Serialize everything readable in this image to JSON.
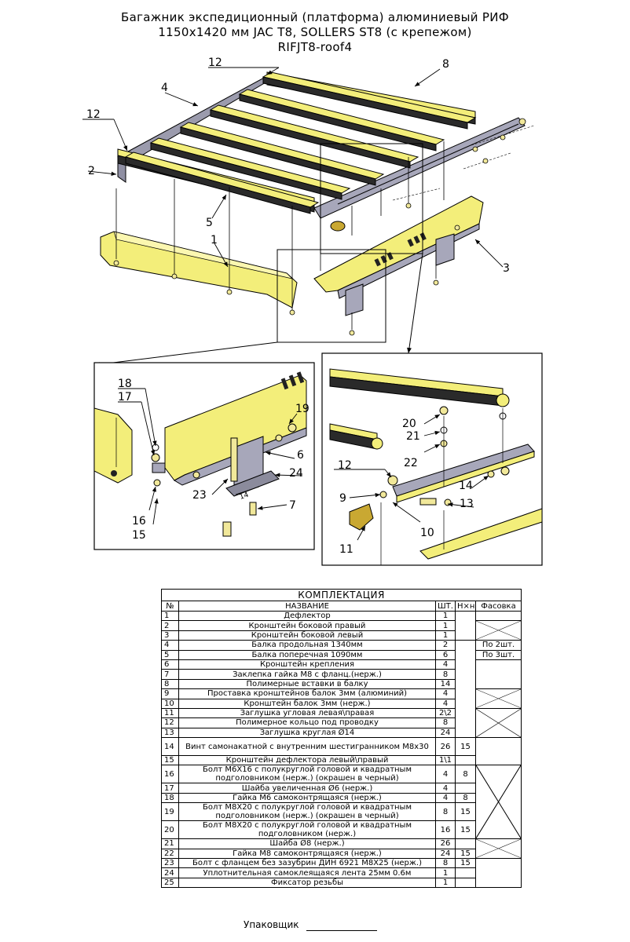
{
  "title": {
    "line1": "Багажник экспедиционный (платформа) алюминиевый РИФ",
    "line2": "1150х1420 мм JAC T8, SOLLERS ST8 (с крепежом)",
    "line3": "RIFJT8-roof4"
  },
  "callouts": [
    "1",
    "2",
    "3",
    "4",
    "5",
    "6",
    "7",
    "8",
    "9",
    "10",
    "11",
    "12",
    "13",
    "14",
    "15",
    "16",
    "17",
    "18",
    "19",
    "20",
    "21",
    "22",
    "23",
    "24"
  ],
  "dimension_label": "14",
  "spec": {
    "caption": "КОМПЛЕКТАЦИЯ",
    "headers": {
      "no": "№",
      "name": "НАЗВАНИЕ",
      "qty": "ШТ.",
      "len": "Н×н",
      "pack": "Фасовка"
    },
    "rows": [
      {
        "no": "1",
        "name": "Дефлектор",
        "qty": "1",
        "len": "",
        "pack": ""
      },
      {
        "no": "2",
        "name": "Кронштейн боковой правый",
        "qty": "1",
        "len": "",
        "pack": ""
      },
      {
        "no": "3",
        "name": "Кронштейн боковой левый",
        "qty": "1",
        "len": "",
        "pack": ""
      },
      {
        "no": "4",
        "name": "Балка продольная 1340мм",
        "qty": "2",
        "len": "",
        "pack": "По 2шт."
      },
      {
        "no": "5",
        "name": "Балка поперечная 1090мм",
        "qty": "6",
        "len": "",
        "pack": "По 3шт."
      },
      {
        "no": "6",
        "name": "Кронштейн крепления",
        "qty": "4",
        "len": "",
        "pack": ""
      },
      {
        "no": "7",
        "name": "Заклепка гайка М8 с фланц.(нерж.)",
        "qty": "8",
        "len": "",
        "pack": ""
      },
      {
        "no": "8",
        "name": "Полимерные вставки в балку",
        "qty": "14",
        "len": "",
        "pack": ""
      },
      {
        "no": "9",
        "name": "Проставка кронштейнов балок 3мм (алюминий)",
        "qty": "4",
        "len": "",
        "pack": ""
      },
      {
        "no": "10",
        "name": "Кронштейн балок 3мм (нерж.)",
        "qty": "4",
        "len": "",
        "pack": ""
      },
      {
        "no": "11",
        "name": "Заглушка угловая левая\\правая",
        "qty": "2\\2",
        "len": "",
        "pack": ""
      },
      {
        "no": "12",
        "name": "Полимерное кольцо под проводку",
        "qty": "8",
        "len": "",
        "pack": ""
      },
      {
        "no": "13",
        "name": "Заглушка круглая Ø14",
        "qty": "24",
        "len": "",
        "pack": ""
      },
      {
        "no": "14",
        "name": "Винт самонакатной с внутренним шестигранником М8х30",
        "qty": "26",
        "len": "15",
        "pack": ""
      },
      {
        "no": "15",
        "name": "Кронштейн дефлектора левый\\правый",
        "qty": "1\\1",
        "len": "",
        "pack": ""
      },
      {
        "no": "16",
        "name": "Болт М6Х16 с полукруглой головой и квадратным подголовником (нерж.)  (окрашен в черный)",
        "qty": "4",
        "len": "8",
        "pack": ""
      },
      {
        "no": "17",
        "name": "Шайба увеличенная Ø6 (нерж.)",
        "qty": "4",
        "len": "",
        "pack": ""
      },
      {
        "no": "18",
        "name": "Гайка М6 самоконтрящаяся (нерж.)",
        "qty": "4",
        "len": "8",
        "pack": ""
      },
      {
        "no": "19",
        "name": "Болт М8Х20 с полукруглой головой и квадратным подголовником (нерж.)  (окрашен в черный)",
        "qty": "8",
        "len": "15",
        "pack": ""
      },
      {
        "no": "20",
        "name": "Болт М8Х20 с полукруглой головой и квадратным подголовником (нерж.)",
        "qty": "16",
        "len": "15",
        "pack": ""
      },
      {
        "no": "21",
        "name": "Шайба Ø8 (нерж.)",
        "qty": "26",
        "len": "",
        "pack": ""
      },
      {
        "no": "22",
        "name": "Гайка М8 самоконтрящаяся (нерж.)",
        "qty": "24",
        "len": "15",
        "pack": ""
      },
      {
        "no": "23",
        "name": "Болт с фланцем без зазубрин ДИН 6921 М8Х25 (нерж.)",
        "qty": "8",
        "len": "15",
        "pack": ""
      },
      {
        "no": "24",
        "name": "Уплотнительная самоклеящаяся лента 25мм 0.6м",
        "qty": "1",
        "len": "",
        "pack": ""
      },
      {
        "no": "25",
        "name": "Фиксатор резьбы",
        "qty": "1",
        "len": "",
        "pack": ""
      }
    ]
  },
  "footer": {
    "packer_label": "Упаковщик"
  },
  "colors": {
    "yellow": "#f3ee7a",
    "grey": "#a7a7ba",
    "dark": "#222222",
    "line": "#000000"
  }
}
